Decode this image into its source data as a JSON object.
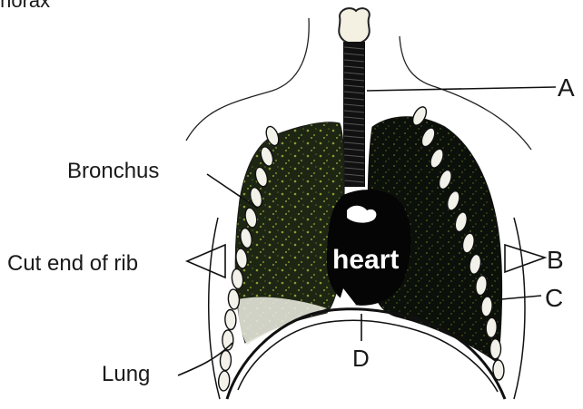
{
  "header_fragment": "thorax",
  "labels": {
    "A": "A",
    "B": "B",
    "C": "C",
    "D": "D",
    "bronchus": "Bronchus",
    "cut_end_of_rib": "Cut end of rib",
    "lung": "Lung",
    "heart": "heart"
  },
  "colors": {
    "ink": "#1a1a1a",
    "lung_dark": "#0f140c",
    "lung_green": "#2e3d1c",
    "speckle": "#9aa33a",
    "heart": "#050505",
    "rib_fill": "#f2f2ea"
  }
}
